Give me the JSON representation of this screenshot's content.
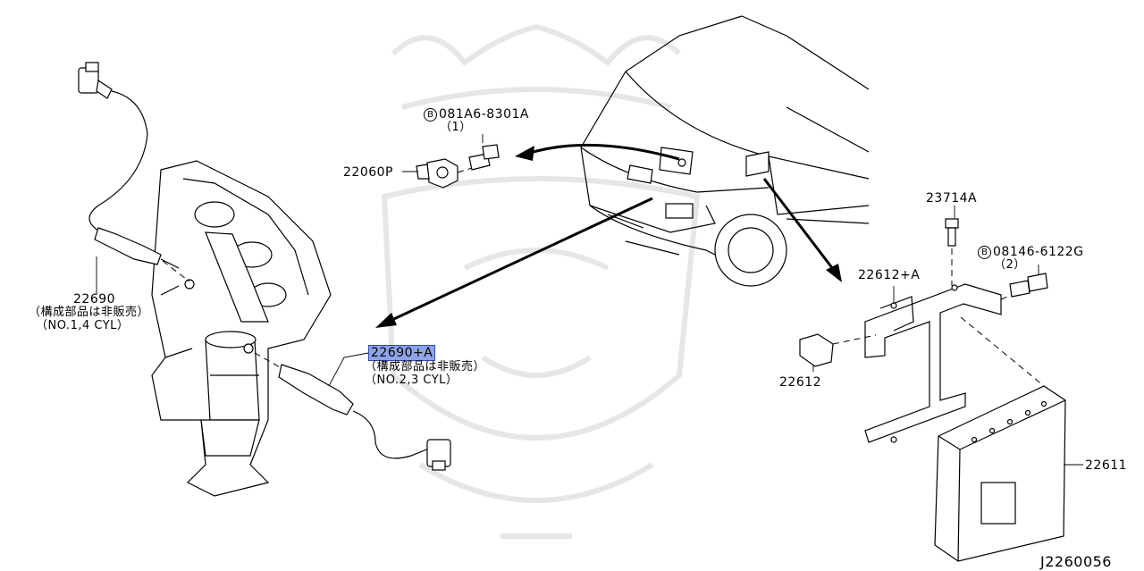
{
  "diagram_code": "J2260056",
  "colors": {
    "highlight": "#8fa3e8",
    "highlight_border": "#3048b8",
    "watermark": "#e6e6e6"
  },
  "parts": {
    "p22690": {
      "number": "22690",
      "note": "（構成部品は非販売）",
      "spec": "（NO.1,4 CYL）"
    },
    "p22690a": {
      "number": "22690+A",
      "note": "（構成部品は非販売）",
      "spec": "（NO.2,3 CYL）"
    },
    "p081a6": {
      "prefix": "B",
      "number": "081A6-8301A",
      "qty": "（1）"
    },
    "p22060p": {
      "number": "22060P"
    },
    "p23714a": {
      "number": "23714A"
    },
    "p08146": {
      "prefix": "B",
      "number": "08146-6122G",
      "qty": "（2）"
    },
    "p22612a": {
      "number": "22612+A"
    },
    "p22612": {
      "number": "22612"
    },
    "p22611": {
      "number": "22611"
    }
  }
}
